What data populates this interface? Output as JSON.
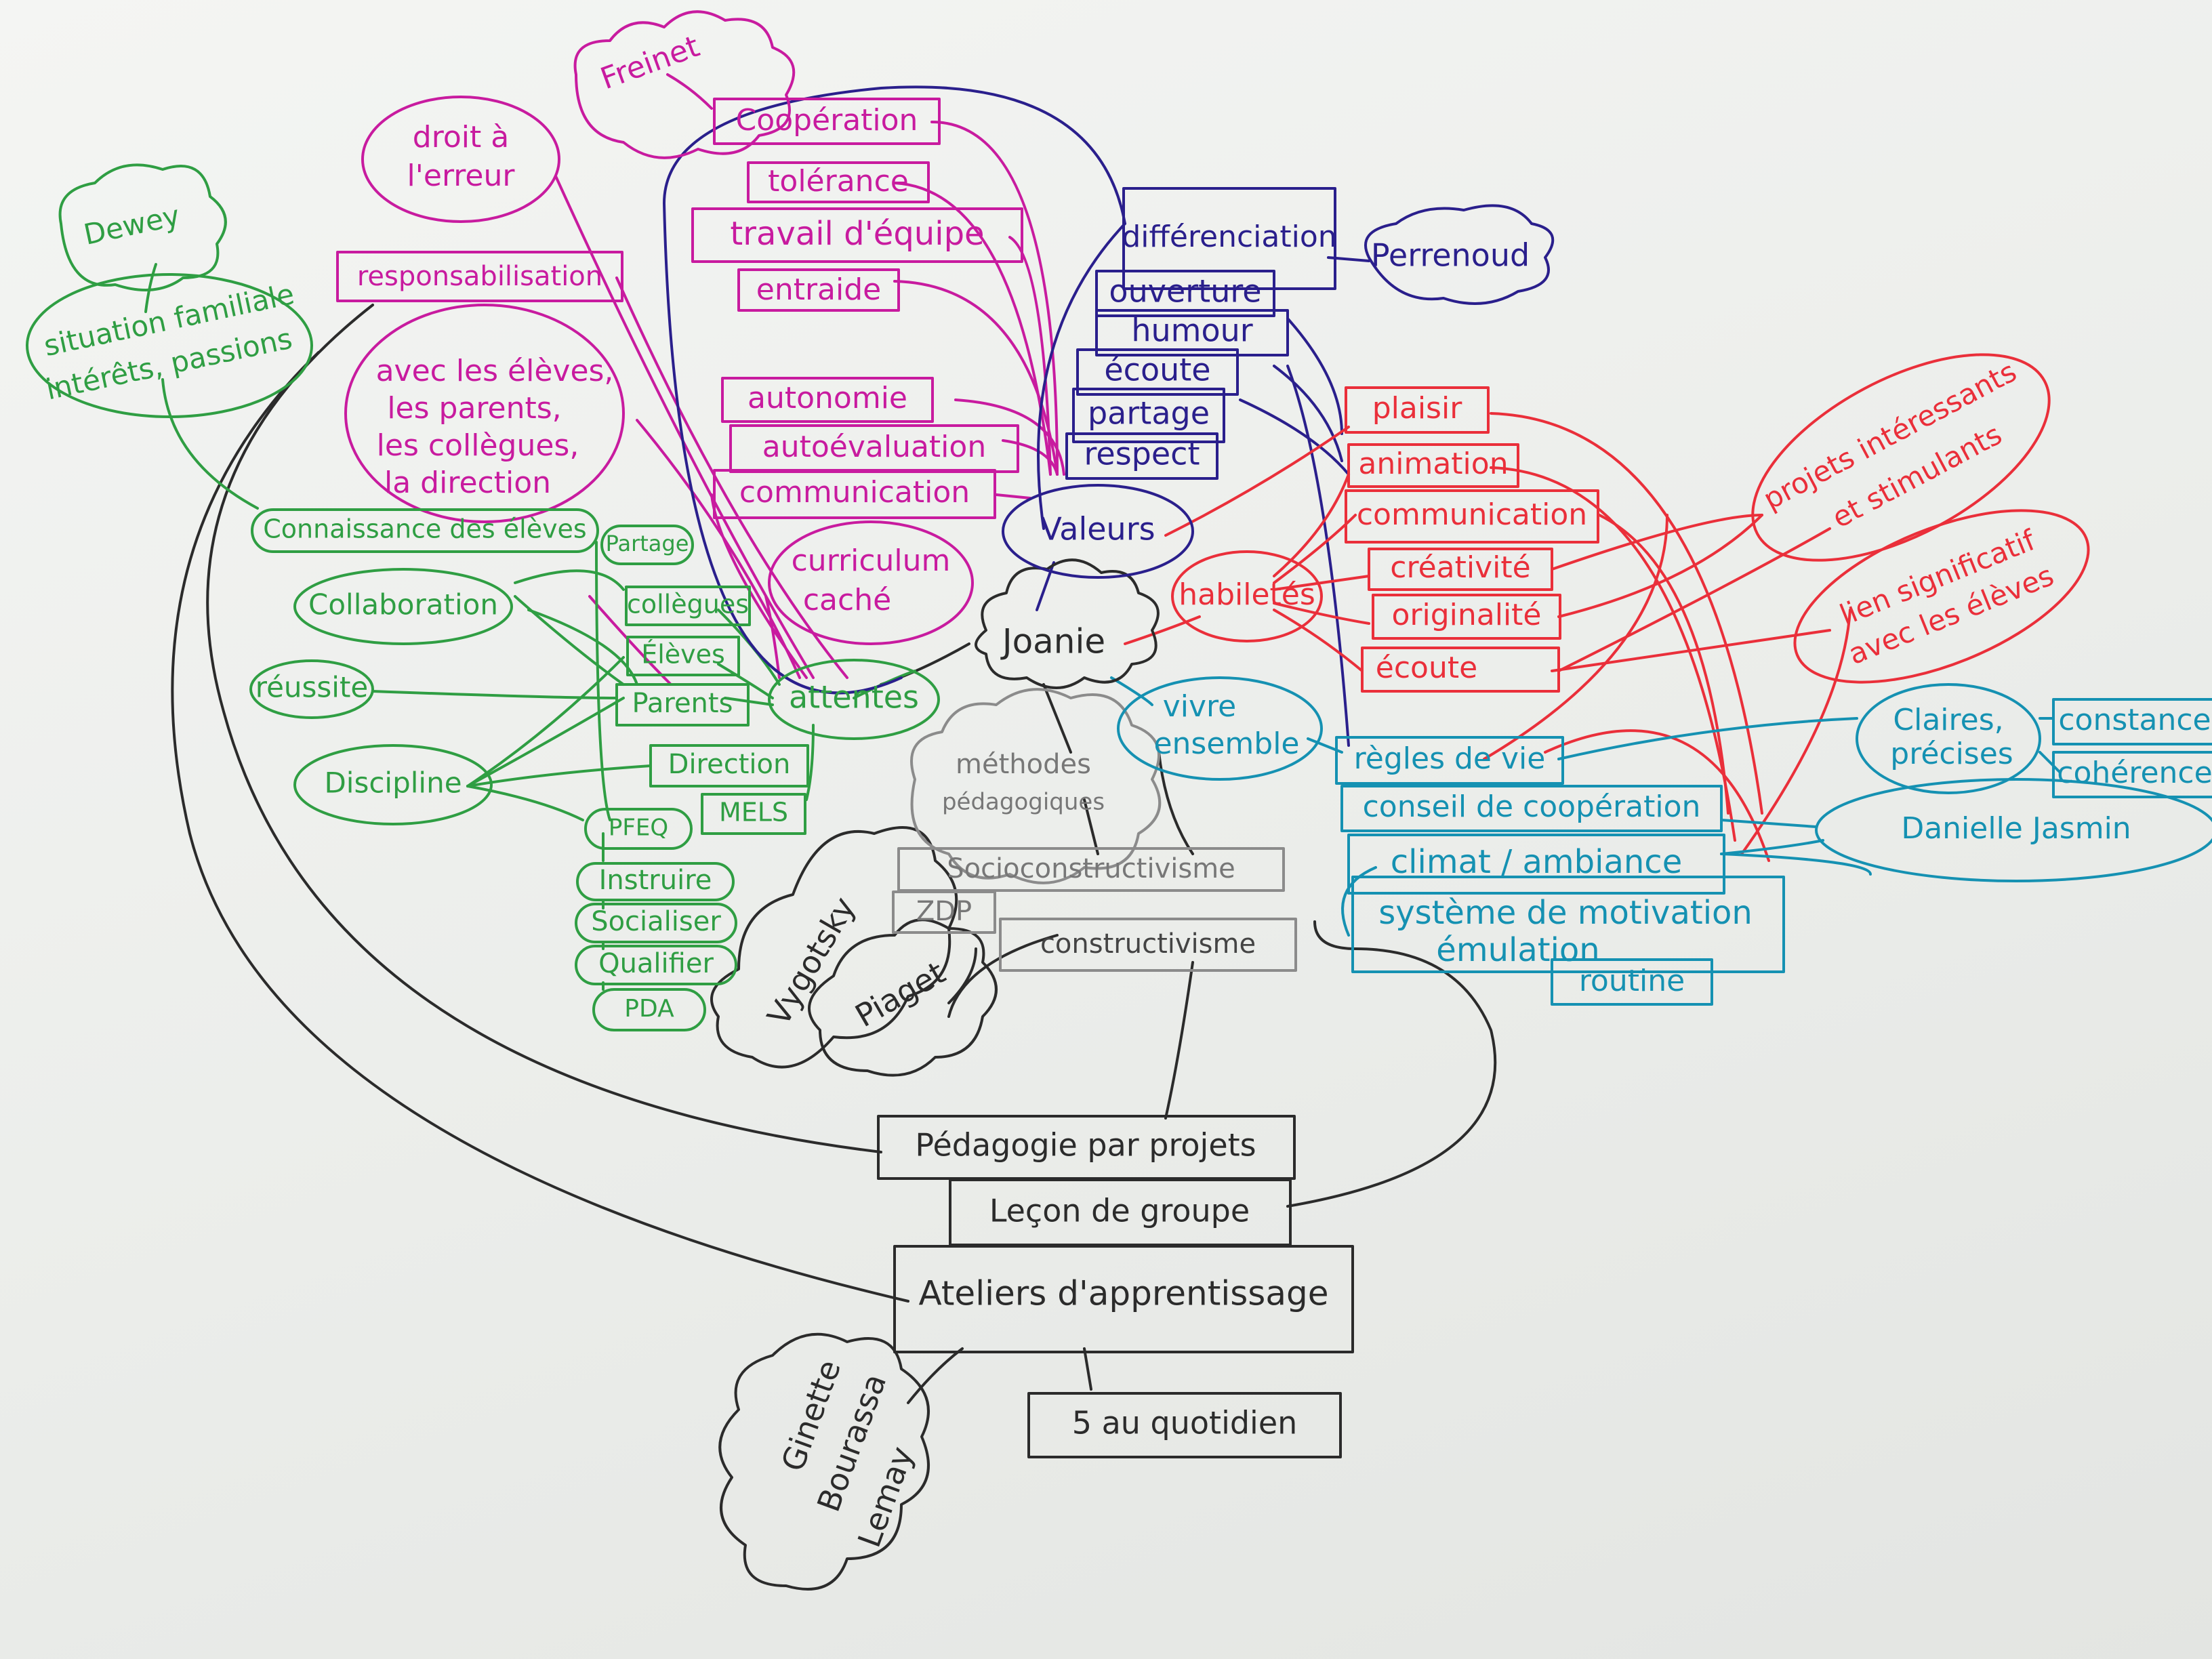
{
  "colors": {
    "magenta": "#c81b9f",
    "green": "#2f9e43",
    "navy": "#2a1f8c",
    "red": "#ea2f3a",
    "teal": "#1591b2",
    "gray": "#6f6f6f",
    "black": "#2b2b2b"
  },
  "nodes": {
    "joanie": "Joanie",
    "freinet": "Freinet",
    "droit_erreur_1": "droit à",
    "droit_erreur_2": "l'erreur",
    "dewey": "Dewey",
    "situation_1": "situation familiale",
    "situation_2": "intérêts, passions",
    "responsabilisation": "responsabilisation",
    "cooperation": "Coopération",
    "tolerance": "tolérance",
    "travail_equipe": "travail d'équipe",
    "entraide": "entraide",
    "avec_1": "avec les élèves,",
    "avec_2": "les parents,",
    "avec_3": "les collègues,",
    "avec_4": "la direction",
    "autonomie": "autonomie",
    "autoevaluation": "autoévaluation",
    "communication_m": "communication",
    "curriculum_1": "curriculum",
    "curriculum_2": "caché",
    "differenciation": "différenciation",
    "perrenoud": "Perrenoud",
    "ouverture": "ouverture",
    "humour": "humour",
    "ecoute_n": "écoute",
    "partage_n": "partage",
    "respect": "respect",
    "valeurs": "Valeurs",
    "plaisir": "plaisir",
    "animation": "animation",
    "communication_r": "communication",
    "creativite": "créativité",
    "originalite": "originalité",
    "ecoute_r": "écoute",
    "habiletes": "habiletés",
    "projets_1": "projets intéressants",
    "projets_2": "et stimulants",
    "lien_1": "lien significatif",
    "lien_2": "avec les élèves",
    "connaissance": "Connaissance des élèves",
    "partage_g": "Partage",
    "collaboration": "Collaboration",
    "collegues": "collègues",
    "eleves": "Élèves",
    "reussite": "réussite",
    "parents": "Parents",
    "attentes": "attentes",
    "direction": "Direction",
    "discipline": "Discipline",
    "mels": "MELS",
    "pfeq": "PFEQ",
    "instruire": "Instruire",
    "socialiser": "Socialiser",
    "qualifier": "Qualifier",
    "pda": "PDA",
    "vivre_1": "vivre",
    "vivre_2": "ensemble",
    "regles": "règles de vie",
    "claires_1": "Claires,",
    "claires_2": "précises",
    "constance": "constance",
    "coherence": "cohérence",
    "conseil": "conseil de coopération",
    "danielle": "Danielle Jasmin",
    "climat": "climat / ambiance",
    "systeme_1": "système de motivation",
    "systeme_2": "émulation",
    "routine": "routine",
    "methodes_1": "méthodes",
    "methodes_2": "pédagogiques",
    "socioconstructivisme": "Socioconstructivisme",
    "zdp": "ZDP",
    "constructivisme": "constructivisme",
    "vygotsky": "Vygotsky",
    "piaget": "Piaget",
    "pedagogie_projets": "Pédagogie par projets",
    "lecon_groupe": "Leçon de groupe",
    "ateliers": "Ateliers d'apprentissage",
    "cinq_quotidien": "5 au quotidien",
    "ginette_1": "Ginette",
    "ginette_2": "Bourassa",
    "ginette_3": "Lemay"
  }
}
